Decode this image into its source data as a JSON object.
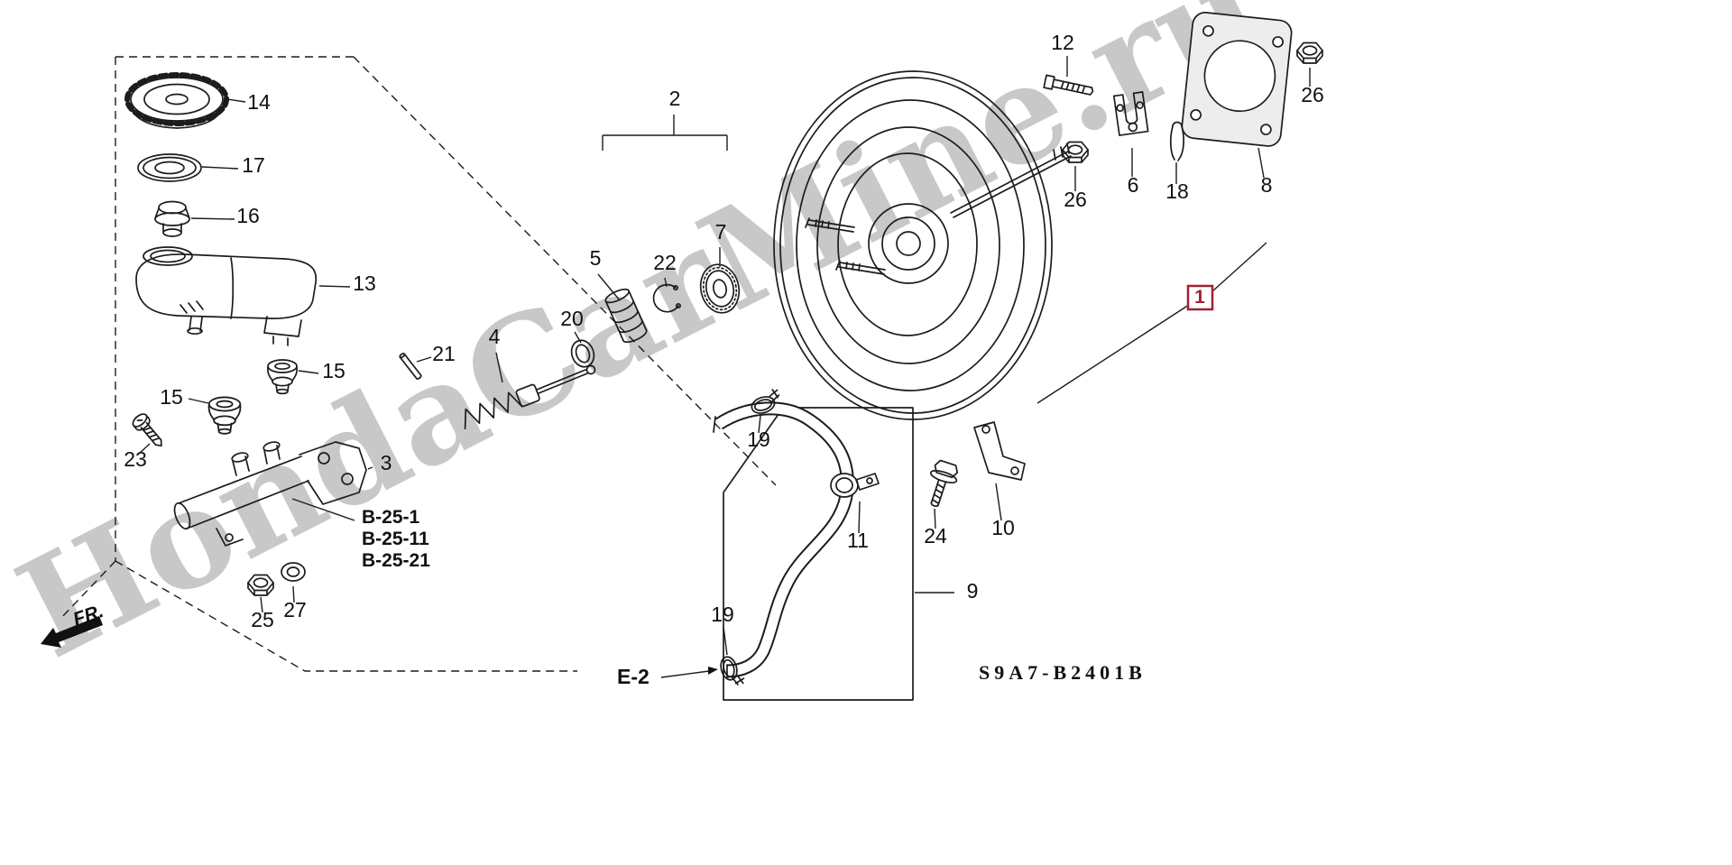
{
  "watermark": "HondaCarMine.ru",
  "diagram_code": "S9A7-B2401B",
  "orientation_label": "FR.",
  "colors": {
    "background": "#ffffff",
    "line": "#1c1c1c",
    "watermark": "#c8c8c8"
  },
  "highlight": {
    "label": "1",
    "color": "#a31f34"
  },
  "callouts": {
    "cap": "14",
    "seal_diaphragm": "17",
    "grommet_mount": "16",
    "reservoir": "13",
    "grommet_right": "15",
    "grommet_left": "15",
    "screw": "23",
    "master_cylinder": "3",
    "rod_pin": "21",
    "piston_assembly": "4",
    "piston": "5",
    "oring": "20",
    "snap_ring": "22",
    "seal_kit": "2",
    "seal": "7",
    "nut_flange": "25",
    "washer": "27",
    "clamp_top": "19",
    "clamp_bottom": "19",
    "valve": "11",
    "bolt_flange": "24",
    "bracket": "10",
    "hose": "9",
    "bolt_hex": "12",
    "nut_left": "26",
    "nut_right": "26",
    "yoke": "6",
    "cotter_pin": "18",
    "gasket": "8"
  },
  "references": {
    "b25_1": "B-25-1",
    "b25_11": "B-25-11",
    "b25_21": "B-25-21",
    "e2": "E-2"
  }
}
